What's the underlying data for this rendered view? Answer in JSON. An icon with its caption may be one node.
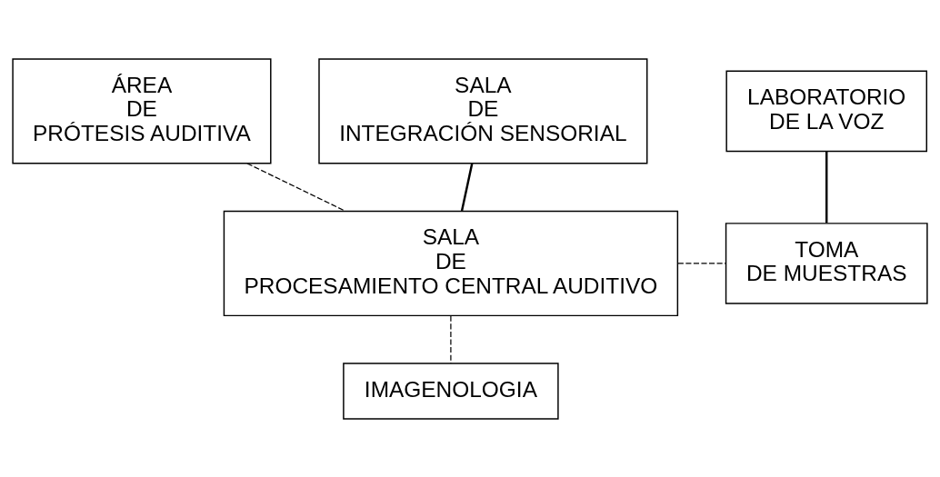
{
  "diagram": {
    "nodes": [
      {
        "text": [
          "ÁREA DE PRÓTESIS AUDITIVA"
        ]
      },
      {
        "text": [
          "SALA DE INTEGRACIÓN SENSORIAL"
        ]
      },
      {
        "text": [
          "LABORATORIO DE LA VOZ"
        ]
      },
      {
        "text": [
          "SALA DE PROCESAMIENTO CENTRAL AUDITIVO"
        ]
      },
      {
        "text": [
          "TOMA DE MUESTRAS"
        ]
      },
      {
        "text": [
          "IMAGENOLOGIA"
        ]
      }
    ],
    "edges": [
      {
        "from": 1,
        "to": 3,
        "arrow": "none"
      },
      {
        "from": 2,
        "to": 4,
        "arrow": "none"
      },
      {
        "from": 0,
        "to": 3,
        "arrow": "none",
        "style": "dashed"
      },
      {
        "from": 3,
        "to": 4,
        "arrow": "none",
        "style": "dashed"
      },
      {
        "from": 3,
        "to": 5,
        "arrow": "none",
        "style": "dashed"
      }
    ]
  }
}
